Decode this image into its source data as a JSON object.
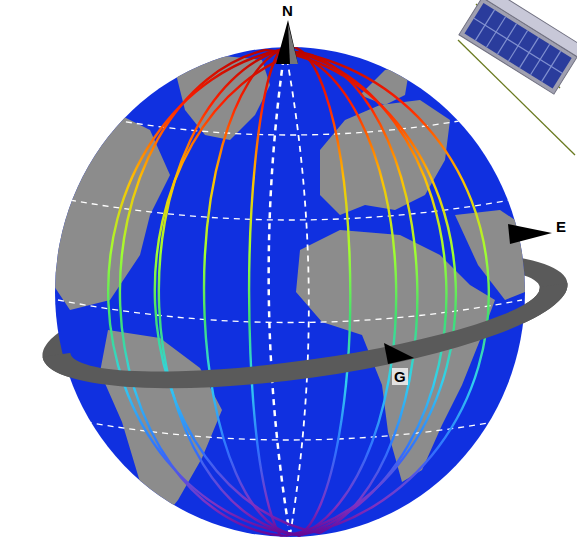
{
  "diagram": {
    "labels": [
      "N",
      "E",
      "G"
    ]
  }
}
